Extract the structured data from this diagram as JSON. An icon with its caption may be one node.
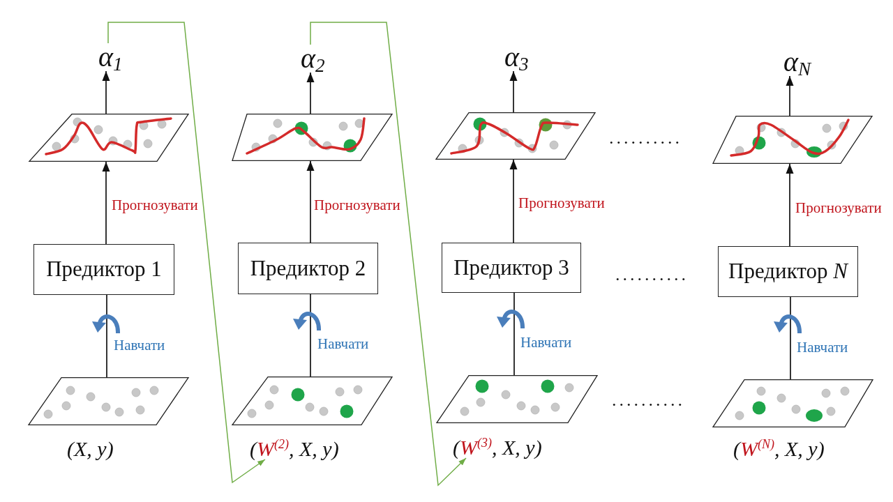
{
  "diagram": {
    "nodes": [
      {
        "text": [
          "α$_{1}$"
        ]
      },
      {
        "text": [],
        "shape": "parallelogram"
      },
      {
        "text": [
          "Предиктор 1"
        ]
      },
      {
        "text": [],
        "shape": "parallelogram",
        "beside": [
          "(X, y)"
        ]
      },
      {
        "text": [
          "α$_{2}$"
        ]
      },
      {
        "text": [],
        "shape": "parallelogram"
      },
      {
        "text": [
          "Предиктор 2"
        ]
      },
      {
        "text": [],
        "shape": "parallelogram"
      },
      {
        "text": [
          "(*W*$^{(2)}$, X, y)"
        ]
      },
      {
        "text": [
          "α$_{3}$"
        ]
      },
      {
        "text": [],
        "shape": "parallelogram"
      },
      {
        "text": [
          "Предиктор 3"
        ]
      },
      {
        "text": [],
        "shape": "parallelogram"
      },
      {
        "text": [
          "(*W*$^{(3)}$, X, y)"
        ]
      },
      {
        "text": [
          "α$_{N}$"
        ]
      },
      {
        "text": [],
        "shape": "parallelogram"
      },
      {
        "text": [
          "Предиктор *N*"
        ]
      },
      {
        "text": [],
        "shape": "parallelogram",
        "beside": [
          "(*W*$^{(N)}$, X, y)"
        ]
      }
    ],
    "edges": [
      {
        "from": 3,
        "to": 2,
        "arrow": "none",
        "label": "Навчати"
      },
      {
        "from": 2,
        "to": 1,
        "arrow": "to",
        "label": "Прогнозувати"
      },
      {
        "from": 1,
        "to": 0,
        "arrow": "to"
      },
      {
        "from": 7,
        "to": 6,
        "arrow": "none",
        "label": "Навчати"
      },
      {
        "from": 6,
        "to": 5,
        "arrow": "to",
        "label": "Прогнозувати"
      },
      {
        "from": 5,
        "to": 4,
        "arrow": "to"
      },
      {
        "from": 12,
        "to": 11,
        "arrow": "none",
        "label": "Навчати"
      },
      {
        "from": 11,
        "to": 10,
        "arrow": "to",
        "label": "Прогнозувати"
      },
      {
        "from": 10,
        "to": 9,
        "arrow": "to"
      },
      {
        "from": 17,
        "to": 16,
        "arrow": "none",
        "label": "Навчати"
      },
      {
        "from": 16,
        "to": 15,
        "arrow": "to",
        "label": "Прогнозувати"
      },
      {
        "from": 15,
        "to": 14,
        "arrow": "to"
      },
      {
        "from": 0,
        "to": 8,
        "arrow": "to",
        "color": "#70ad47"
      },
      {
        "from": 4,
        "to": 13,
        "arrow": "to",
        "color": "#70ad47"
      }
    ],
    "labels": [
      "..........",
      "..........",
      ".........."
    ]
  }
}
